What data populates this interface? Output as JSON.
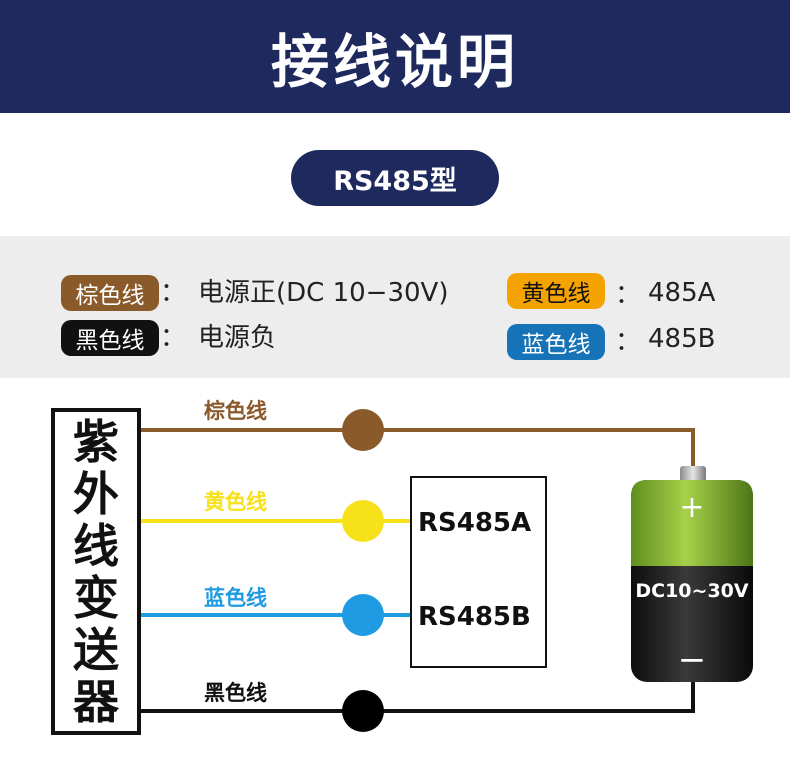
{
  "header": {
    "title": "接线说明"
  },
  "model_pill": {
    "label": "RS485型"
  },
  "legend": [
    {
      "tag": "棕色线",
      "separator": "：",
      "desc": "电源正(DC 10−30V)",
      "color": "#8b5a2b",
      "text_color": "#ffffff"
    },
    {
      "tag": "黑色线",
      "separator": "：",
      "desc": "电源负",
      "color": "#111111",
      "text_color": "#ffffff"
    },
    {
      "tag": "黄色线",
      "separator": "：",
      "desc": "485A",
      "color": "#f5a300",
      "text_color": "#111111"
    },
    {
      "tag": "蓝色线",
      "separator": "：",
      "desc": "485B",
      "color": "#1673b8",
      "text_color": "#ffffff"
    }
  ],
  "device": {
    "name_chars": [
      "紫",
      "外",
      "线",
      "变",
      "送",
      "器"
    ]
  },
  "wires": [
    {
      "label": "棕色线",
      "color": "#8b5a2b",
      "node_color": "#8b5a2b"
    },
    {
      "label": "黄色线",
      "color": "#f7e11a",
      "node_color": "#f7e11a"
    },
    {
      "label": "蓝色线",
      "color": "#1e9be3",
      "node_color": "#1e9be3"
    },
    {
      "label": "黑色线",
      "color": "#111111",
      "node_color": "#000000"
    }
  ],
  "rs485_box": {
    "a_label": "RS485A",
    "b_label": "RS485B"
  },
  "battery": {
    "label": "DC10~30V",
    "plus": "+",
    "minus": "−"
  }
}
